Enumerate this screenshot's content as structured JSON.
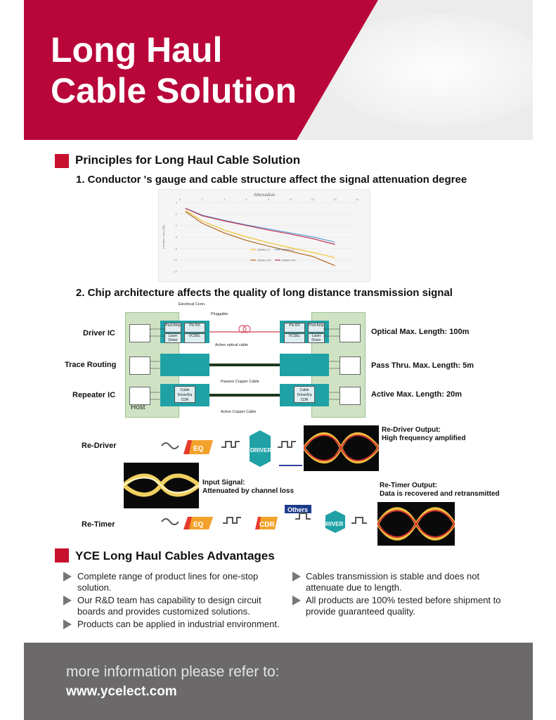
{
  "header": {
    "title_line1": "Long Haul",
    "title_line2": "Cable Solution"
  },
  "section1": {
    "title": "Principles for Long Haul Cable Solution",
    "item1": "1. Conductor 's gauge and cable structure affect the signal attenuation degree",
    "item2": "2. Chip architecture affects the quality of long distance transmission signal"
  },
  "chart_data": {
    "type": "line",
    "title": "Attenuation",
    "xlabel": "",
    "ylabel": "Insertion Loss (dB)",
    "x": [
      0.5,
      2,
      4,
      6,
      8,
      10,
      12,
      14
    ],
    "xlim": [
      0,
      16
    ],
    "ylim": [
      -12,
      0
    ],
    "x_ticks": [
      "0",
      "2",
      "4",
      "6",
      "8",
      "10",
      "12",
      "14",
      "16"
    ],
    "y_ticks": [
      "0",
      "-2",
      "-4",
      "-6",
      "-8",
      "-10",
      "-12"
    ],
    "series": [
      {
        "name": "32AWG Cu",
        "color": "#f2c230",
        "values": [
          -1.4,
          -3.2,
          -4.8,
          -6.0,
          -7.0,
          -7.9,
          -8.7,
          -9.6
        ]
      },
      {
        "name": "28AWG Cu",
        "color": "#5aa0d8",
        "values": [
          -1.0,
          -2.2,
          -3.1,
          -3.9,
          -4.6,
          -5.3,
          -6.0,
          -6.9
        ]
      },
      {
        "name": "32AWG STP",
        "color": "#b0651f",
        "values": [
          -1.6,
          -3.6,
          -5.3,
          -6.6,
          -7.6,
          -8.5,
          -9.4,
          -11.0
        ]
      },
      {
        "name": "28AWG STP",
        "color": "#c0304a",
        "values": [
          -1.0,
          -2.3,
          -3.2,
          -4.0,
          -4.8,
          -5.5,
          -6.3,
          -7.3
        ]
      }
    ]
  },
  "diagram": {
    "electrical_conn": "Electrical Conn.",
    "pluggable": "Pluggable",
    "active_optical_cable": "Active optical cable",
    "passive_copper_cable": "Passive Copper Cable",
    "active_copper_cable": "Active Copper Cable",
    "host": "Host",
    "rows": [
      {
        "left": "Driver IC",
        "right": "Optical Max. Length: 100m"
      },
      {
        "left": "Trace Routing",
        "right": "Pass Thru. Max. Length: 5m"
      },
      {
        "left": "Repeater IC",
        "right": "Active Max. Length: 20m"
      }
    ],
    "chips": {
      "post_amp": "Post Amp",
      "pin_rx": "Pin RX",
      "laser_driver": "Laser Driver",
      "vcsel": "VCSEL",
      "cable_driver": "Cable Driver/Eq CDR"
    }
  },
  "signal": {
    "redriver_label": "Re-Driver",
    "retimer_label": "Re-Timer",
    "eq": "EQ",
    "driver": "DRIVER",
    "cdr": "CDR",
    "others": "Others",
    "redriver_output_title": "Re-Driver Output:",
    "redriver_output_desc": "High frequency amplified",
    "input_title": "Input Signal:",
    "input_desc": "Attenuated by channel loss",
    "retimer_output_title": "Re-Timer Output:",
    "retimer_output_desc": "Data is recovered and retransmitted"
  },
  "section2": {
    "title": "YCE Long Haul Cables Advantages",
    "left_bullets": [
      "Complete range of product lines for one-stop solution.",
      "Our R&D team has capability to design circuit boards and provides customized solutions.",
      "Products can be applied in industrial environment."
    ],
    "right_bullets": [
      "Cables transmission is stable and does not attenuate due to length.",
      "All products are 100% tested before shipment to provide guaranteed quality."
    ]
  },
  "footer": {
    "line1": "more information please refer to:",
    "url": "www.ycelect.com"
  },
  "colors": {
    "brand_red": "#b8063a",
    "teal": "#1fa1a6",
    "footer_gray": "#6b6969"
  }
}
